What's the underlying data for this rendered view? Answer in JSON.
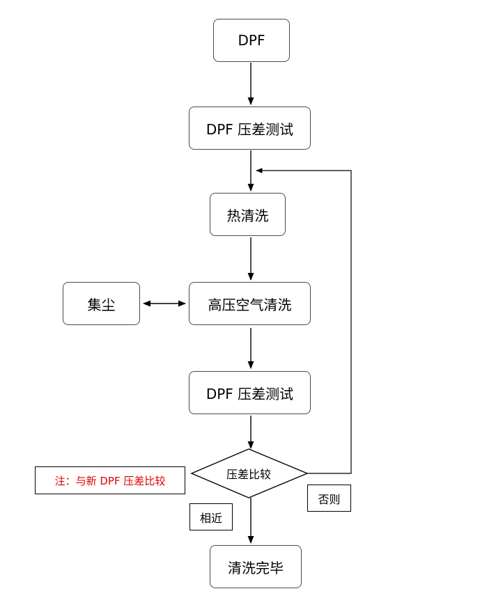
{
  "nodes": {
    "dpf": "DPF",
    "test1": "DPF 压差测试",
    "hot_clean": "热清洗",
    "dust": "集尘",
    "air_clean": "高压空气清洗",
    "test2": "DPF 压差测试",
    "compare": "压差比较",
    "done": "清洗完毕"
  },
  "labels": {
    "note": "注：与新 DPF 压差比较",
    "yes": "相近",
    "no": "否则"
  },
  "colors": {
    "note_text": "#e00000",
    "stroke": "#000000"
  }
}
